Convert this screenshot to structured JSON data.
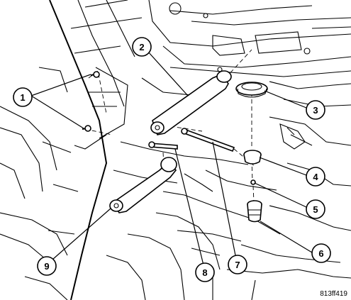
{
  "figure": {
    "id_label": "813ff419"
  },
  "callouts": [
    {
      "num": "1"
    },
    {
      "num": "2"
    },
    {
      "num": "3"
    },
    {
      "num": "4"
    },
    {
      "num": "5"
    },
    {
      "num": "6"
    },
    {
      "num": "7"
    },
    {
      "num": "8"
    },
    {
      "num": "9"
    }
  ]
}
